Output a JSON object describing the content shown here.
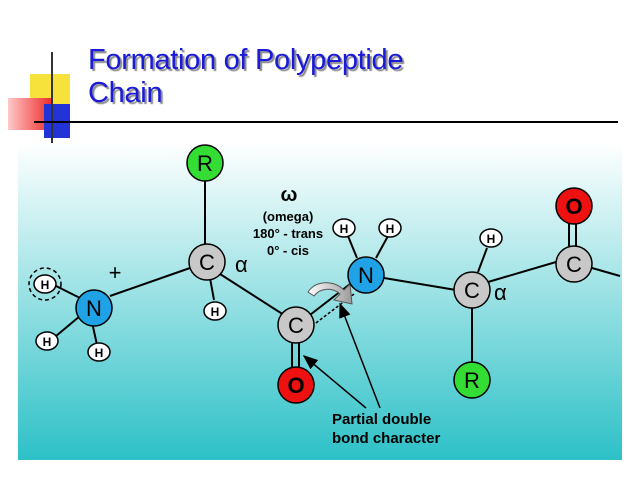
{
  "slide": {
    "title_line1": "Formation of Polypeptide",
    "title_line2": "Chain"
  },
  "diagram": {
    "colors": {
      "background_top": "#ffffff",
      "background_bottom": "#2cc1c7",
      "carbon": "#c8c8c8",
      "nitrogen": "#1fa3e6",
      "r_group": "#33dd33",
      "oxygen": "#ee1111",
      "hydrogen": "#ffffff",
      "title": "#1a1ad8"
    },
    "atoms": {
      "n1": "N",
      "h_circled": "H",
      "h_n1_a": "H",
      "h_n1_b": "H",
      "c_alpha1": "C",
      "r1": "R",
      "h_calpha1": "H",
      "c_carbonyl1": "C",
      "o1": "O",
      "n2": "N",
      "h_n2_a": "H",
      "h_n2_b": "H",
      "c_alpha2": "C",
      "h_calpha2": "H",
      "r2": "R",
      "c_carbonyl2": "C",
      "o2": "O"
    },
    "labels": {
      "plus": "+",
      "alpha1": "α",
      "alpha2": "α",
      "omega_symbol": "ω",
      "omega_line1": "(omega)",
      "omega_line2": "180° - trans",
      "omega_line3": "0° - cis",
      "partial_line1": "Partial double",
      "partial_line2": "bond character"
    }
  }
}
